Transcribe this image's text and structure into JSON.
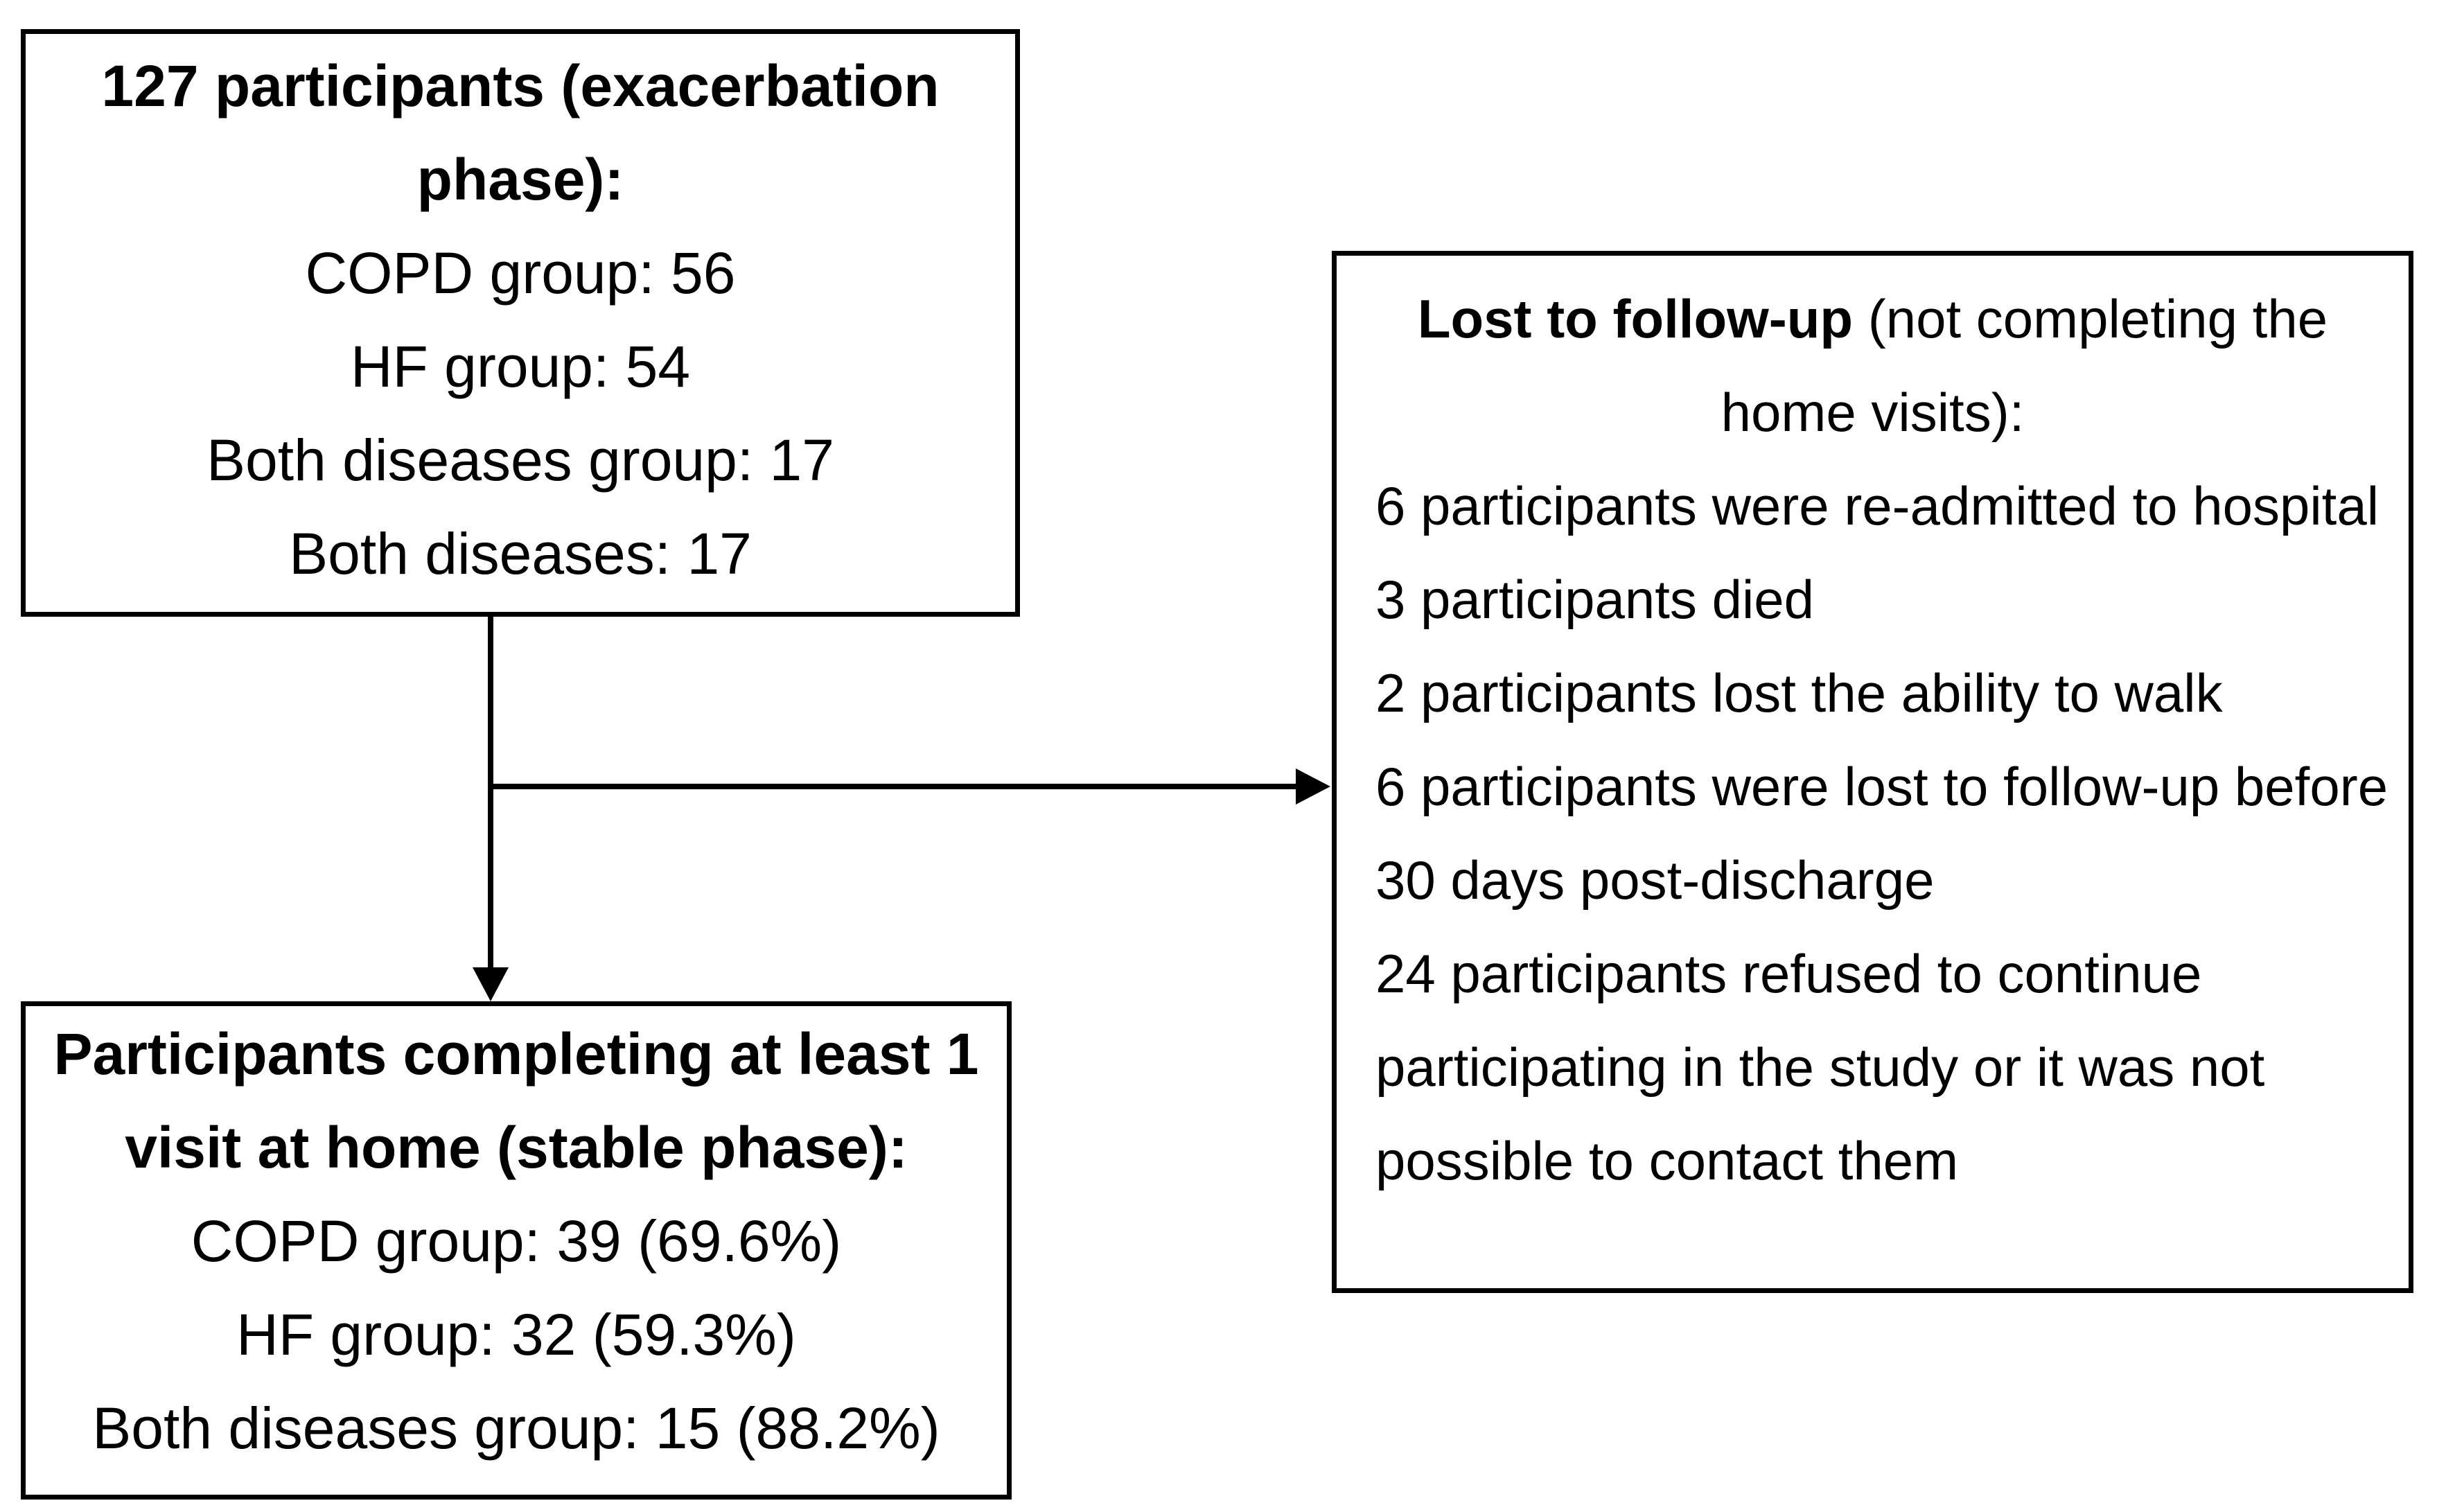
{
  "figure": {
    "type": "study-flow-diagram",
    "colors": {
      "background": "#ffffff",
      "border": "#000000",
      "text": "#000000",
      "arrow": "#000000"
    }
  },
  "enrollment_box": {
    "title_lines": [
      "127 participants (exacerbation",
      "phase):"
    ],
    "entries": [
      "COPD group: 56",
      "HF group: 54",
      "Both diseases group: 17",
      "Both diseases: 17"
    ]
  },
  "completed_box": {
    "title_lines": [
      "Participants completing at least 1",
      "visit at home (stable phase):"
    ],
    "entries": [
      "COPD group: 39 (69.6%)",
      "HF group: 32 (59.3%)",
      "Both diseases group: 15 (88.2%)"
    ]
  },
  "lost_box": {
    "title_bold": "Lost to follow-up",
    "title_after_bold": " (not completing the",
    "title_line2": "home visits):",
    "entry_lines": [
      "6 participants were re-admitted to hospital",
      "3 participants died",
      "2 participants lost the ability to walk",
      "6 participants were lost to follow-up before",
      "30 days post-discharge",
      "24 participants refused to continue",
      "participating in the study or it was not",
      "possible to contact them"
    ]
  }
}
